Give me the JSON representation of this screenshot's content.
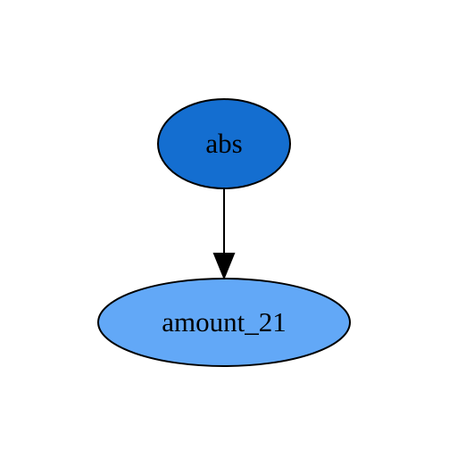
{
  "graph": {
    "nodes": [
      {
        "id": "abs",
        "label": "abs",
        "fill": "#146ed0"
      },
      {
        "id": "amount_21",
        "label": "amount_21",
        "fill": "#62a8f7"
      }
    ],
    "edges": [
      {
        "from": "abs",
        "to": "amount_21"
      }
    ]
  },
  "colors": {
    "edge": "#000000",
    "outline": "#000000",
    "background": "#ffffff"
  }
}
